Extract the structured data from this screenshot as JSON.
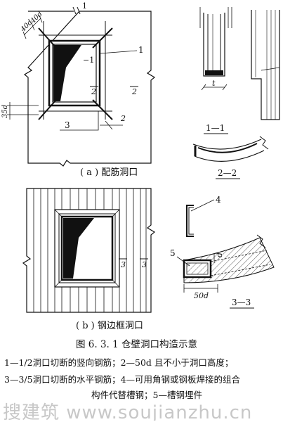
{
  "figure": {
    "panel_a_caption": "( a ) 配筋洞口",
    "panel_b_caption": "( b ) 钢边框洞口",
    "title": "图 6. 3. 1    仓壁洞口构造示意",
    "legend_line1": "1—1/2洞口切断的竖向钢筋；2—50d 且不小于洞口高度；",
    "legend_line2": "3—3/5洞口切断的水平钢筋；4—可用角钢或钢板焊接的组合",
    "legend_line3": "构件代替槽钢；5—槽钢埋件"
  },
  "labels": {
    "top_1": "1",
    "dim_40d": "40d",
    "dim_40d_2": "40d",
    "l1": "1",
    "minus1": "−1",
    "sec2_inner": "2",
    "sec2_right": "2",
    "dim_35d": "35d",
    "l3": "3",
    "l2": "2",
    "dim_t": "t",
    "sec_11": "1—1",
    "sec_22": "2—2",
    "b_3a": "3",
    "b_3b": "3",
    "l4": "4",
    "l5": "5",
    "dim_d": "d",
    "dim_50d": "50d",
    "sec_33": "3—3"
  },
  "watermark": "搜建筑  www.soujianzhu.cn"
}
